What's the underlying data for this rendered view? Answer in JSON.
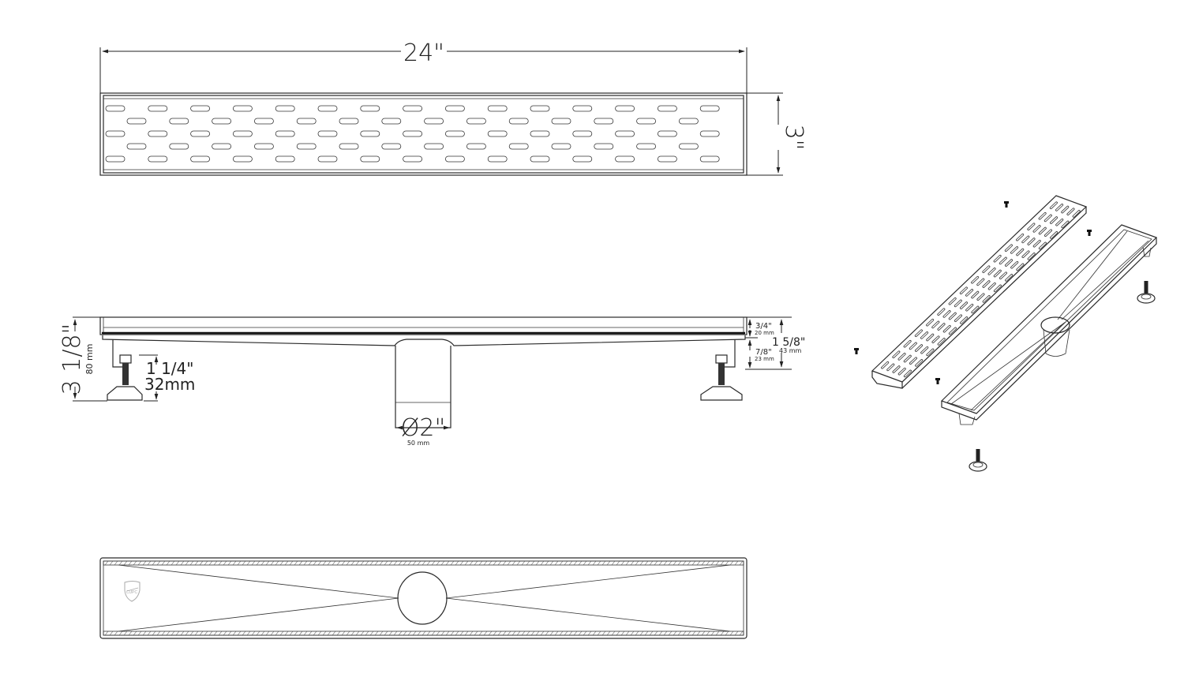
{
  "drawing": {
    "subject": "Linear shower drain technical drawing",
    "colors": {
      "line": "#2a2a2a",
      "background": "#ffffff"
    }
  },
  "top_view": {
    "length_label": "24\"",
    "width_label": "3\"",
    "grate_rows": 5,
    "slots_per_row": [
      15,
      14,
      15,
      14,
      15
    ]
  },
  "side_view": {
    "total_height_label": "3 1/8\"",
    "total_height_mm": "80 mm",
    "leveling_label": "1 1/4\"",
    "leveling_mm": "32mm",
    "grate_height_label": "3/4\"",
    "grate_height_mm": "20 mm",
    "channel_depth_label": "7/8\"",
    "channel_depth_mm": "23 mm",
    "body_height_label": "1 5/8\"",
    "body_height_mm": "43 mm",
    "outlet_label": "Ø2\"",
    "outlet_mm": "50 mm"
  },
  "bottom_view": {
    "logo": "certification-shield-icon"
  },
  "exploded_view": {
    "parts": [
      "grate",
      "channel-body",
      "screw",
      "screw",
      "screw",
      "screw",
      "leveling-foot",
      "leveling-foot"
    ]
  }
}
